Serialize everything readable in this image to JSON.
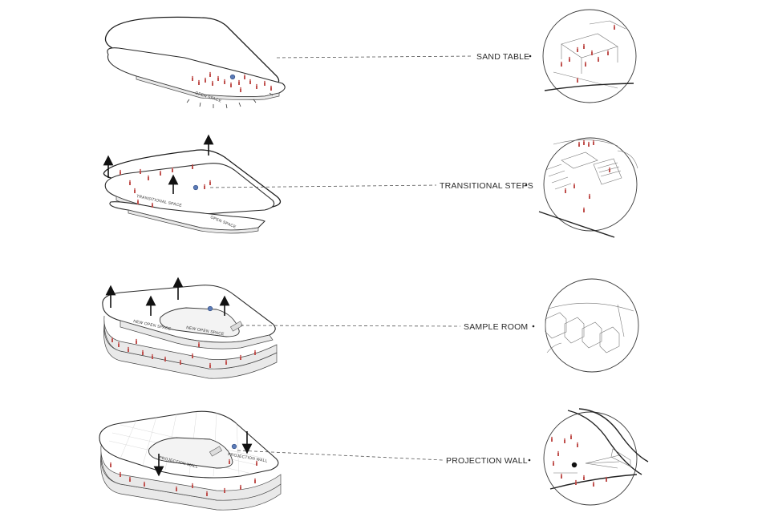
{
  "rows": [
    {
      "id": "sand-table",
      "label": "SAND TABLE",
      "slab_labels": [
        "OPEN SPACE"
      ]
    },
    {
      "id": "transitional-steps",
      "label": "TRANSITIONAL STEPS",
      "slab_labels": [
        "TRANSITIONAL SPACE",
        "OPEN SPACE"
      ]
    },
    {
      "id": "sample-room",
      "label": "SAMPLE ROOM",
      "slab_labels": [
        "NEW OPEN SPACE",
        "NEW OPEN SPACE"
      ]
    },
    {
      "id": "projection-wall",
      "label": "PROJECTION WALL",
      "slab_labels": [
        "PROJECTION WALL",
        "PROJECTION WALL"
      ]
    }
  ],
  "colors": {
    "people": "#c0504d",
    "marker": "#5b7bb8",
    "line": "#1c1c1c"
  },
  "icons": [
    "up-arrow-icon",
    "down-arrow-icon",
    "person-icon",
    "marker-icon"
  ]
}
